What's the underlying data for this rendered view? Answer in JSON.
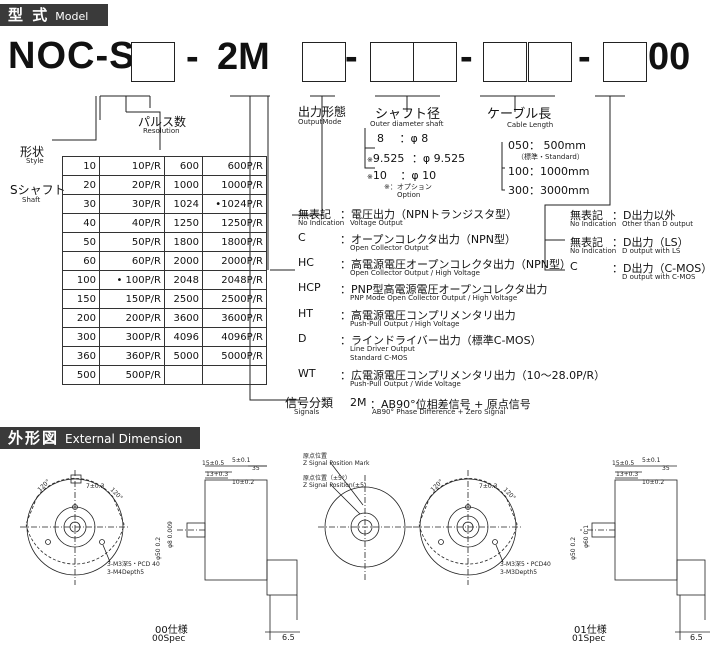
{
  "header": {
    "title_jp": "型 式",
    "title_en": "Model"
  },
  "model": {
    "prefix": "NOC-S",
    "dash1": "-",
    "mid": "2M",
    "dash2": "-",
    "dash3": "-",
    "dash4": "-",
    "suffix": "00"
  },
  "labels": {
    "pulse_jp": "パルス数",
    "pulse_en": "Resolution",
    "style_jp": "形状",
    "style_en": "Style",
    "shaft_jp": "Sシャフト",
    "shaft_en": "Shaft",
    "output_jp": "出力形態",
    "output_en": "OutputMode",
    "shaftdia_jp": "シャフト径",
    "shaftdia_en": "Outer diameter shaft",
    "cable_jp": "ケーブル長",
    "cable_en": "Cable Length",
    "signal_jp": "信号分類",
    "signal_en": "Signals"
  },
  "pulse_table": [
    [
      "10",
      "10P/R",
      "600",
      "600P/R"
    ],
    [
      "20",
      "20P/R",
      "1000",
      "1000P/R"
    ],
    [
      "30",
      "30P/R",
      "1024",
      "•1024P/R"
    ],
    [
      "40",
      "40P/R",
      "1250",
      "1250P/R"
    ],
    [
      "50",
      "50P/R",
      "1800",
      "1800P/R"
    ],
    [
      "60",
      "60P/R",
      "2000",
      "2000P/R"
    ],
    [
      "100",
      "• 100P/R",
      "2048",
      "2048P/R"
    ],
    [
      "150",
      "150P/R",
      "2500",
      "2500P/R"
    ],
    [
      "200",
      "200P/R",
      "3600",
      "3600P/R"
    ],
    [
      "300",
      "300P/R",
      "4096",
      "4096P/R"
    ],
    [
      "360",
      "360P/R",
      "5000",
      "5000P/R"
    ],
    [
      "500",
      "500P/R",
      "",
      ""
    ]
  ],
  "shaft_options": [
    {
      "code": "8",
      "value": "：φ 8",
      "mark": ""
    },
    {
      "code": "9.525",
      "value": "：φ 9.525",
      "mark": "※"
    },
    {
      "code": "10",
      "value": "：φ 10",
      "mark": "※"
    }
  ],
  "shaft_note_jp": "※：オプション",
  "shaft_note_en": "Option",
  "cable_options": [
    {
      "code": "050",
      "value": "： 500mm",
      "note": "（標準・Standard）"
    },
    {
      "code": "100",
      "value": "：1000mm",
      "note": ""
    },
    {
      "code": "300",
      "value": "：3000mm",
      "note": ""
    }
  ],
  "output_modes": [
    {
      "code": "無表記",
      "code_en": "No Indication",
      "jp": "：電圧出力（NPNトランジスタ型）",
      "en": "Voltage Output",
      "en2": ""
    },
    {
      "code": "C",
      "code_en": "",
      "jp": "：オープンコレクタ出力（NPN型）",
      "en": "Open Collector Output",
      "en2": ""
    },
    {
      "code": "HC",
      "code_en": "",
      "jp": "：高電源電圧オープンコレクタ出力（NPN型）",
      "en": "Open Collector Output / High Voltage",
      "en2": ""
    },
    {
      "code": "HCP",
      "code_en": "",
      "jp": "：PNP型高電源電圧オープンコレクタ出力",
      "en": "PNP Mode Open Collector Output / High Voltage",
      "en2": ""
    },
    {
      "code": "HT",
      "code_en": "",
      "jp": "：高電源電圧コンプリメンタリ出力",
      "en": "Push-Pull Output / High Voltage",
      "en2": ""
    },
    {
      "code": "D",
      "code_en": "",
      "jp": "：ラインドライバー出力（標準C-MOS）",
      "en": "Line Driver Output",
      "en2": "Standard C-MOS"
    },
    {
      "code": "WT",
      "code_en": "",
      "jp": "：広電源電圧コンプリメンタリ出力（10～28.0P/R）",
      "en": "Push-Pull Output / Wide Voltage",
      "en2": ""
    }
  ],
  "signal": {
    "code": "2M",
    "jp": "：AB90°位相差信号 + 原点信号",
    "en": "AB90° Phase Difference + Zero Signal"
  },
  "d_options": [
    {
      "code": "無表記",
      "code_en": "No Indication",
      "jp": "：D出力以外",
      "en": "Other than D output"
    },
    {
      "code": "無表記",
      "code_en": "No Indication",
      "jp": "：D出力（LS）",
      "en": "D output with LS"
    },
    {
      "code": "C",
      "code_en": "",
      "jp": "：D出力（C-MOS）",
      "en": "D output with C-MOS"
    }
  ],
  "external": {
    "title_jp": "外形図",
    "title_en": "External Dimension"
  },
  "drawing": {
    "spec00_jp": "00仕様",
    "spec00_en": "00Spec",
    "spec01_jp": "01仕様",
    "spec01_en": "01Spec",
    "dim_65": "6.5",
    "dim_15": "15±0.5",
    "dim_13": "13+0.3",
    "dim_10": "10±0.2",
    "dim_35": "35",
    "dim_5": "5±0.1",
    "dim_7": "7±0.3",
    "hole_note1": "3-M3深5・PCD 40",
    "hole_note2": "3-M4Depth5",
    "hole_note3": "3-M3深5・PCD40",
    "hole_note4": "3-M3Depth5",
    "zmark_jp": "原点位置",
    "zmark_en": "Z Signal Position Mark",
    "zpos_jp": "原点位置（±5°）",
    "zpos_en": "Z Signal Position(±5)",
    "angle": "120°",
    "dia_50": "φ50 0.2",
    "dia_8": "φ8 0.009",
    "dia_60": "φ60 0.1"
  }
}
